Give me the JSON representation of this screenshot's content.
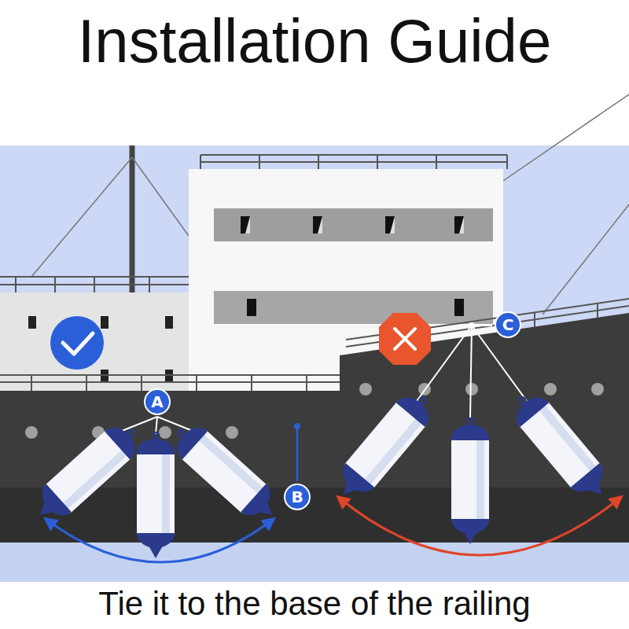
{
  "diagram": {
    "title": "Installation Guide",
    "caption": "Tie it to the base of the railing",
    "labels": [
      "A",
      "B",
      "C"
    ]
  }
}
